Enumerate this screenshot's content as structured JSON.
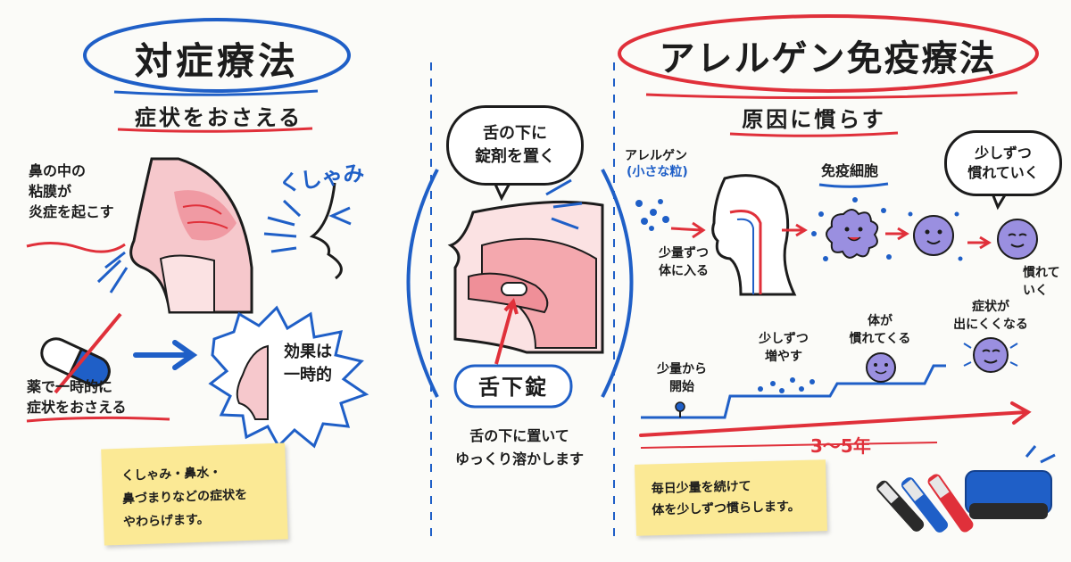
{
  "left": {
    "title": "対症療法",
    "subtitle": "症状をおさえる",
    "nose_caption": "鼻の中の\n粘膜が\n炎症を起こす",
    "sneeze": "くしゃみ",
    "pill_caption": "薬で一時的に\n症状をおさえる",
    "effect": "効果は\n一時的",
    "note": "くしゃみ・鼻水・\n鼻づまりなどの症状を\nやわらげます。"
  },
  "middle": {
    "bubble": "舌の下に\n錠剤を置く",
    "label": "舌下錠",
    "caption": "舌の下に置いて\nゆっくり溶かします"
  },
  "right": {
    "title": "アレルゲン免疫療法",
    "subtitle": "原因に慣らす",
    "allergen": "アレルゲン",
    "allergen_sub": "(小さな粒)",
    "small_dose": "少量ずつ\n体に入る",
    "immune": "免疫細胞",
    "bubble": "少しずつ\n慣れていく",
    "used_to": "慣れて\nいく",
    "stair_1": "少量から\n開始",
    "stair_2": "少しずつ\n増やす",
    "stair_3": "体が\n慣れてくる",
    "stair_4": "症状が\n出にくくなる",
    "duration": "3～5年",
    "note": "毎日少量を続けて\n体を少しずつ慣らします。"
  },
  "colors": {
    "blue": "#1f5fc7",
    "red": "#e0303a",
    "pink": "#f4a8ae",
    "purple": "#9a8fe0",
    "note": "#fbe995"
  }
}
